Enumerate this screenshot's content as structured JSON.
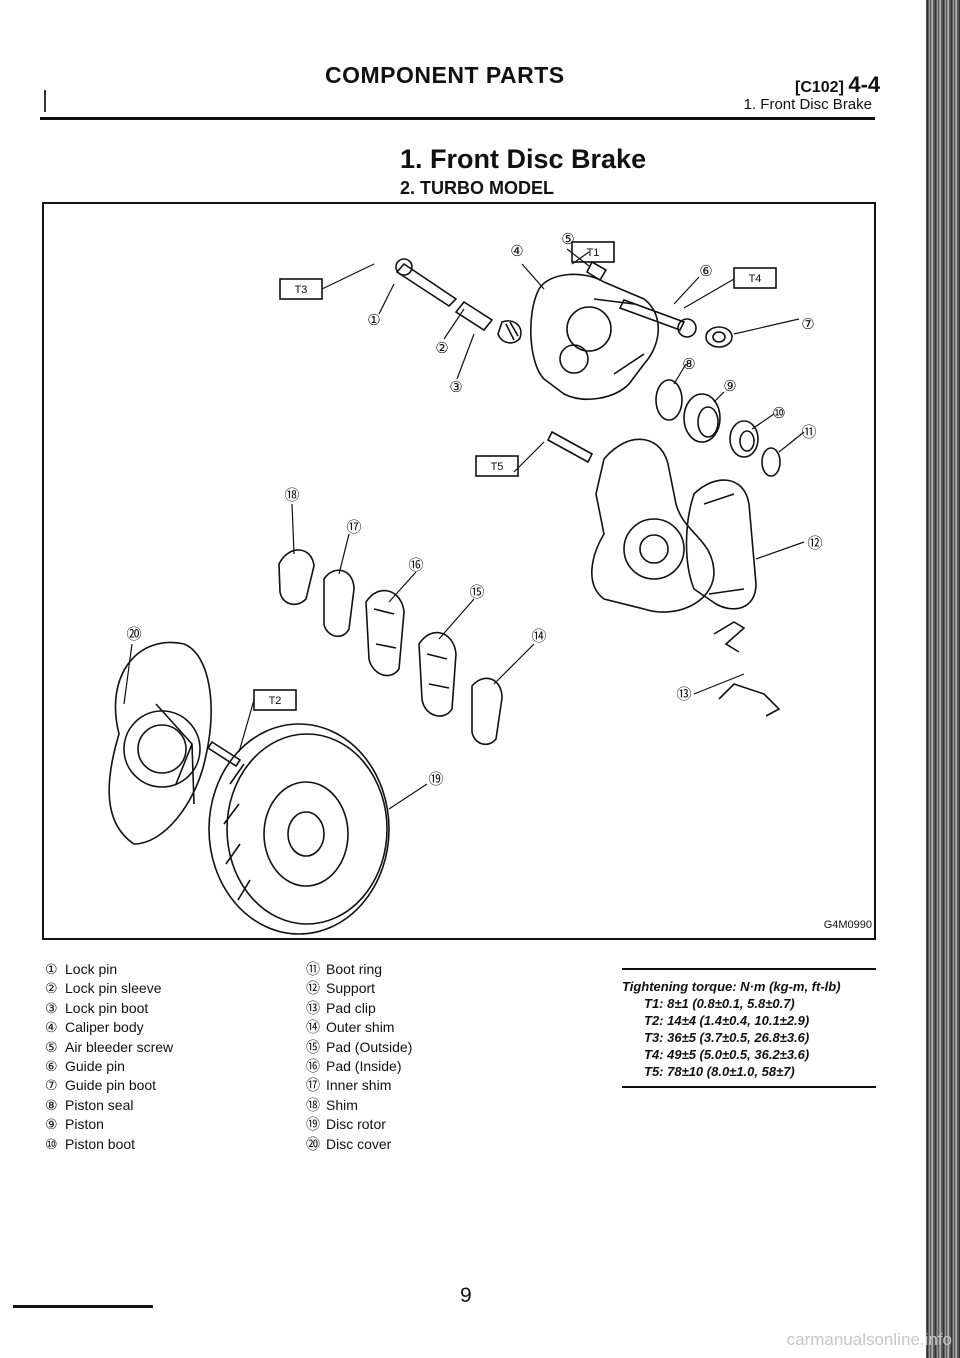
{
  "header": {
    "title": "COMPONENT PARTS",
    "code": "[C102]",
    "page_section": "4-4",
    "subtitle": "1. Front Disc Brake"
  },
  "section": {
    "title": "1. Front Disc Brake",
    "subtitle": "2. TURBO MODEL"
  },
  "figure": {
    "id": "G4M0990",
    "callouts": [
      "①",
      "②",
      "③",
      "④",
      "⑤",
      "⑥",
      "⑦",
      "⑧",
      "⑨",
      "⑩",
      "⑪",
      "⑫",
      "⑬",
      "⑭",
      "⑮",
      "⑯",
      "⑰",
      "⑱",
      "⑲",
      "⑳"
    ],
    "torque_tags": [
      "T1",
      "T2",
      "T3",
      "T4",
      "T5"
    ]
  },
  "legend": [
    {
      "num": "①",
      "label": "Lock pin"
    },
    {
      "num": "②",
      "label": "Lock pin sleeve"
    },
    {
      "num": "③",
      "label": "Lock pin boot"
    },
    {
      "num": "④",
      "label": "Caliper body"
    },
    {
      "num": "⑤",
      "label": "Air bleeder screw"
    },
    {
      "num": "⑥",
      "label": "Guide pin"
    },
    {
      "num": "⑦",
      "label": "Guide pin boot"
    },
    {
      "num": "⑧",
      "label": "Piston seal"
    },
    {
      "num": "⑨",
      "label": "Piston"
    },
    {
      "num": "⑩",
      "label": "Piston boot"
    },
    {
      "num": "⑪",
      "label": "Boot ring"
    },
    {
      "num": "⑫",
      "label": "Support"
    },
    {
      "num": "⑬",
      "label": "Pad clip"
    },
    {
      "num": "⑭",
      "label": "Outer shim"
    },
    {
      "num": "⑮",
      "label": "Pad (Outside)"
    },
    {
      "num": "⑯",
      "label": "Pad (Inside)"
    },
    {
      "num": "⑰",
      "label": "Inner shim"
    },
    {
      "num": "⑱",
      "label": "Shim"
    },
    {
      "num": "⑲",
      "label": "Disc rotor"
    },
    {
      "num": "⑳",
      "label": "Disc cover"
    }
  ],
  "torque": {
    "heading": "Tightening torque: N·m (kg-m, ft-lb)",
    "rows": [
      "T1: 8±1 (0.8±0.1, 5.8±0.7)",
      "T2: 14±4 (1.4±0.4, 10.1±2.9)",
      "T3: 36±5 (3.7±0.5, 26.8±3.6)",
      "T4: 49±5 (5.0±0.5, 36.2±3.6)",
      "T5: 78±10 (8.0±1.0, 58±7)"
    ]
  },
  "page_number": "9",
  "watermark": "carmanualsonline.info"
}
